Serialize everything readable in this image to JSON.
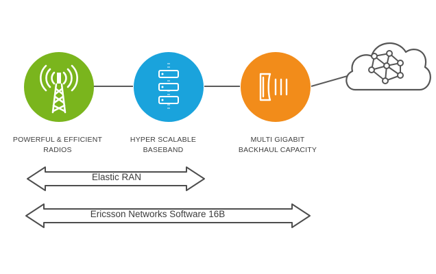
{
  "nodes": {
    "radios": {
      "line1": "POWERFUL & EFFICIENT",
      "line2": "RADIOS",
      "color": "#7ab51d"
    },
    "baseband": {
      "line1": "HYPER SCALABLE",
      "line2": "BASEBAND",
      "color": "#1aa3dc"
    },
    "backhaul": {
      "line1": "MULTI GIGABIT",
      "line2": "BACKHAUL CAPACITY",
      "color": "#f28c1a"
    },
    "cloud": {
      "icon": "cloud-network-icon"
    }
  },
  "arrows": {
    "elastic_ran": "Elastic RAN",
    "networks_software": "Ericsson Networks Software 16B"
  },
  "colors": {
    "connector": "#5a5a5a",
    "outline": "#555555"
  }
}
